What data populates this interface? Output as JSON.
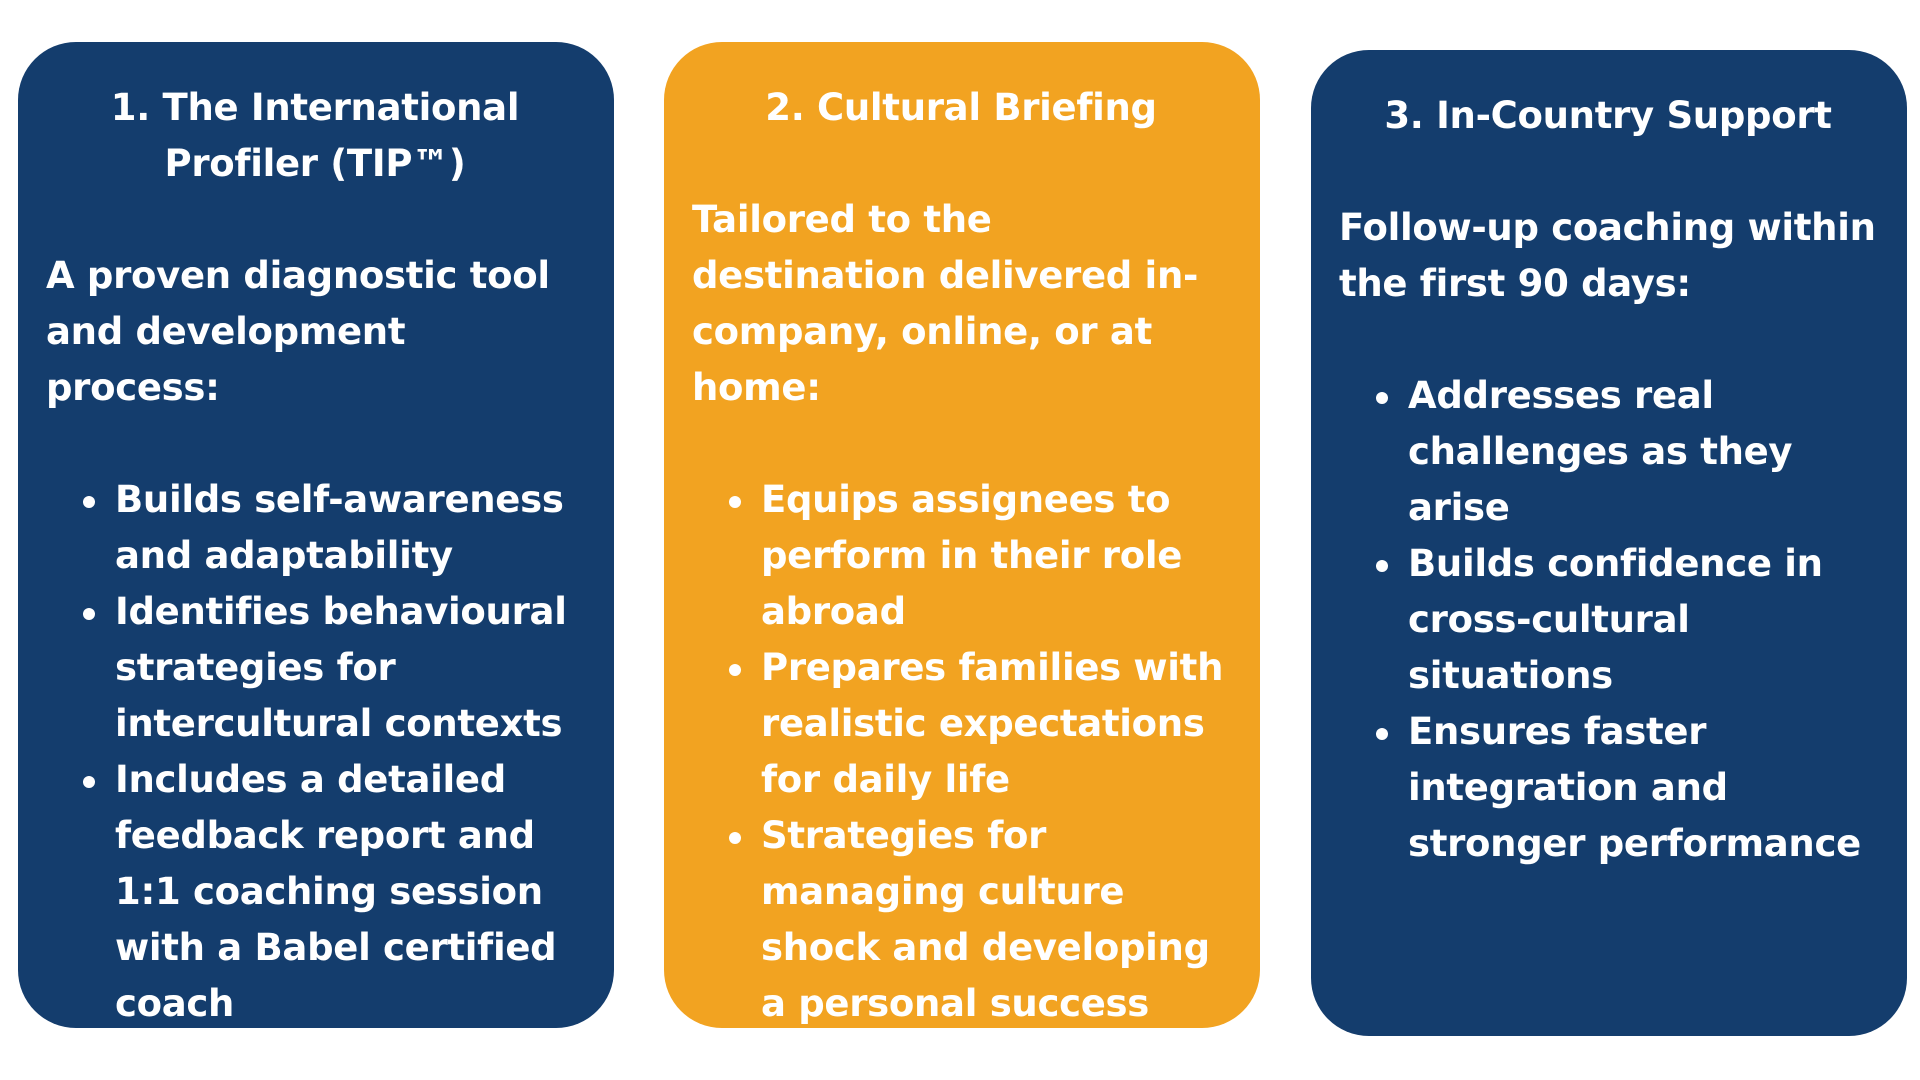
{
  "colors": {
    "navy": "#143D6D",
    "orange": "#F2A321",
    "text": "#FFFFFF",
    "background": "#FFFFFF"
  },
  "cards": [
    {
      "title": "1. The International Profiler (TIP™)",
      "intro": "A proven diagnostic tool and development process:",
      "bullets": [
        "Builds self-awareness and adaptability",
        "Identifies behavioural strategies for intercultural contexts",
        "Includes a detailed feedback report and 1:1 coaching session with a Babel certified coach"
      ]
    },
    {
      "title": "2. Cultural Briefing",
      "intro": "Tailored to the destination delivered in-company, online, or at home:",
      "bullets": [
        "Equips assignees to perform in their role abroad",
        "Prepares families with realistic expectations for daily life",
        "Strategies for managing culture shock and developing a personal success plan"
      ]
    },
    {
      "title": "3. In-Country Support",
      "intro": "Follow-up coaching within the first 90 days:",
      "bullets": [
        "Addresses real challenges as they arise",
        "Builds confidence in cross-cultural situations",
        "Ensures faster integration and stronger performance"
      ]
    }
  ]
}
